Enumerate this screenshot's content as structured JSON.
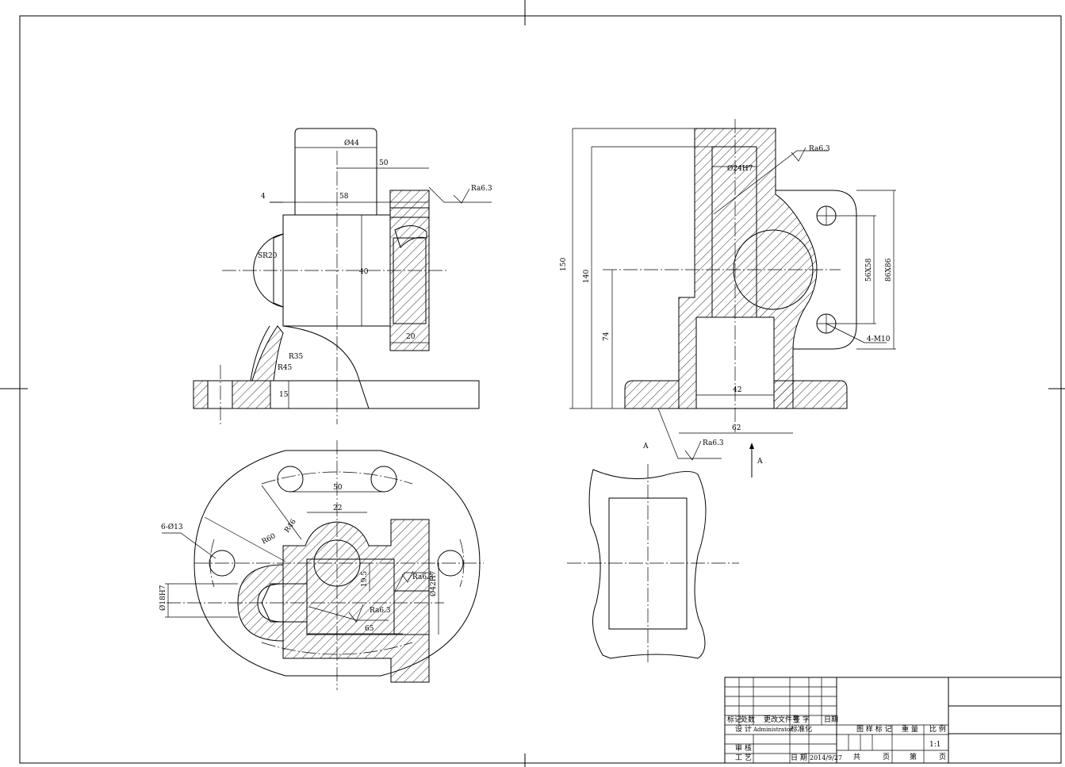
{
  "dims": {
    "d44": "Ø44",
    "d50": "50",
    "d4": "4",
    "d58": "58",
    "d40": "40",
    "d20": "20",
    "sr20": "SR20",
    "r35": "R35",
    "r45": "R45",
    "d15": "15",
    "ra_a": "Ra6.3",
    "ra_b": "Ra6.3",
    "ra_c": "Ra6.3",
    "ra_d": "Ra6.3",
    "ra_e": "Ra6.3",
    "d24h7": "Ø24H7",
    "d150": "150",
    "d140": "140",
    "d74": "74",
    "d42": "42",
    "d62": "62",
    "d56x58": "56X58",
    "d86x86": "86X86",
    "m10": "4-M10",
    "letterA1": "A",
    "letterA2": "A",
    "d6o13": "6-Ø13",
    "r60": "R60",
    "r46": "R46",
    "d50b": "50",
    "d22": "22",
    "d18h7": "Ø18H7",
    "d19_5": "19.5",
    "d42h7": "Ø42H7",
    "d65": "65"
  },
  "title_block": {
    "mark": "标记",
    "count": "处数",
    "doc": "更改文件号",
    "sign": "签 字",
    "date": "日期",
    "design": "设 计",
    "designer": "Administrator",
    "std": "标准化",
    "review": "审 核",
    "process": "工 艺",
    "date_label": "日 期",
    "date_value": "2014/9/27",
    "pattern": "图 样 标 记",
    "weight": "重 量",
    "scale_label": "比 例",
    "scale_value": "1:1",
    "total": "共",
    "pages": "页",
    "page_no": "第",
    "page": "页"
  }
}
